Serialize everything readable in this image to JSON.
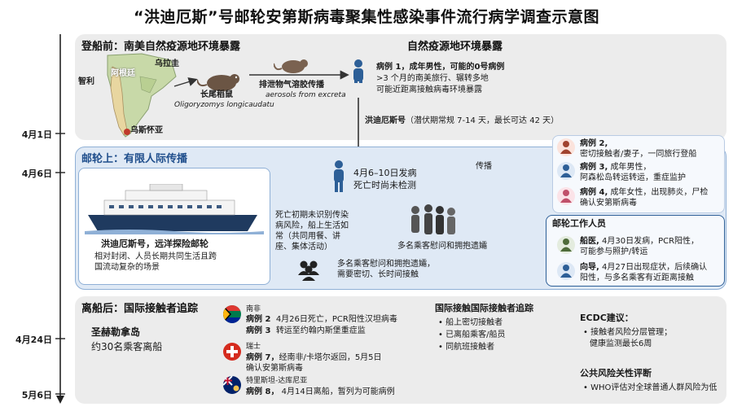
{
  "title": "“洪迪厄斯”号邮轮安第斯病毒聚集性感染事件流行病学调查示意图",
  "timeline": {
    "dates": [
      "4月1日",
      "4月6日",
      "4月24日",
      "5月6日"
    ]
  },
  "before": {
    "heading": "登船前：南美自然疫源地环境暴露",
    "subheading": "自然疫源地环境暴露",
    "map_labels": {
      "chile": "智利",
      "argentina": "阿根廷",
      "uruguay": "乌拉圭",
      "ushuaia": "乌斯怀亚"
    },
    "rodent_name": "长尾稻鼠",
    "rodent_latin": "Oligoryzomys longicaudatu",
    "transmission": "排泄物气溶胶传播",
    "transmission_en": "aerosols from excreta",
    "case1": [
      "病例 1，成年男性，可能的0号病例",
      ">3 个月的南美旅行、辗转多地",
      "可能近距离接触病毒环境暴露"
    ],
    "ship_incubation_name": "洪迪厄斯号",
    "ship_incubation_note": "（潜伏期常规 7-14 天，最长可达 42 天）"
  },
  "onboard": {
    "heading": "邮轮上：有限人际传播",
    "ship_name": "洪迪厄斯号，远洋探险邮轮",
    "ship_desc": [
      "相对封闭、人员长期共同生活且跨",
      "国流动复杂的场景"
    ],
    "onset": [
      "4月6–10日发病",
      "死亡时尚未检测"
    ],
    "spread_label": "传播",
    "risk_text": [
      "死亡初期未识别传染",
      "病风险，船上生活如",
      "常（共同用餐、讲",
      "座、集体活动）"
    ],
    "contact_text": [
      "多名乘客慰问和拥抱遗孀，",
      "需要密切、长时间接触"
    ],
    "hug_text": "多名乘客慰问和拥抱遗孀",
    "cases": [
      {
        "label": "病例 2,",
        "desc": "密切接触者/妻子，一同旅行登船"
      },
      {
        "label": "病例 3,",
        "desc": "成年男性，",
        "desc2": "阿森松岛转运转运，重症监护"
      },
      {
        "label": "病例 4,",
        "desc": "成年女性，出现肺炎，尸检",
        "desc2": "确认安第斯病毒"
      }
    ],
    "crew_title": "邮轮工作人员",
    "crew": [
      {
        "label": "船医,",
        "desc": "4月30日发病，PCR阳性，",
        "desc2": "可能参与照护/转运"
      },
      {
        "label": "向导,",
        "desc": "4月27日出现症状，后续确认",
        "desc2": "阳性，与多名乘客有近距离接触"
      }
    ]
  },
  "after": {
    "heading": "离船后：国际接触者追踪",
    "island": "圣赫勒拿岛",
    "disembark": "约30名乘客离船",
    "countries": [
      {
        "name": "南非",
        "lines": [
          {
            "label": "病例 2",
            "desc": "4月26日死亡，PCR阳性汉坦病毒"
          },
          {
            "label": "病例 3",
            "desc": "转运至约翰内斯堡重症监"
          }
        ]
      },
      {
        "name": "瑞士",
        "lines": [
          {
            "label": "病例 7，",
            "desc": "经南非/卡塔尔返回，5月5日"
          },
          {
            "label": "",
            "desc": "确认安第斯病毒"
          }
        ]
      },
      {
        "name": "特里斯坦-达库尼亚",
        "lines": [
          {
            "label": "病例 8，",
            "desc": "4月14日离船，暂列为可能病例"
          }
        ]
      }
    ],
    "tracing_title": "国际接触国际接触者追踪",
    "tracing_items": [
      "船上密切接触者",
      "已离船乘客/船员",
      "同航班接触者"
    ],
    "ecdc_title": "ECDC建议：",
    "ecdc_items": [
      "接触者风险分层管理；",
      "健康监测最长6周"
    ],
    "risk_title": "公共风险关性评断",
    "risk_items": [
      "WHO评估对全球普通人群风险为低"
    ]
  },
  "colors": {
    "accent_blue": "#1f4e8c",
    "arrow_red": "#c0392b",
    "panel_grey": "#ececec",
    "panel_blue": "#dfe9f5"
  }
}
